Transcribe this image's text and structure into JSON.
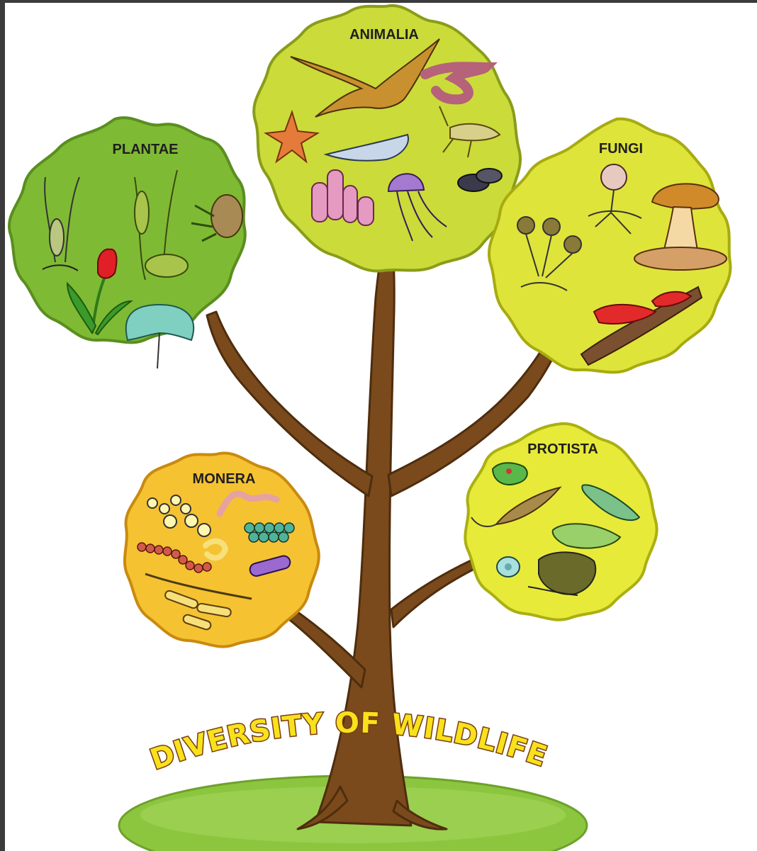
{
  "groups": {
    "animalia": "ANIMALIA",
    "plantae": "PLANTAE",
    "fungi": "FUNGI",
    "monera": "MONERA",
    "protista": "PROTISTA"
  },
  "banner": "DIVERSITY OF WILDLIFE",
  "colors": {
    "animalia": "#cbdb3a",
    "plantae": "#7fba34",
    "fungi": "#dfe43a",
    "monera": "#f5c232",
    "protista": "#e8ea3a",
    "trunk": "#7a4a1c",
    "ground": "#8cc63f"
  }
}
